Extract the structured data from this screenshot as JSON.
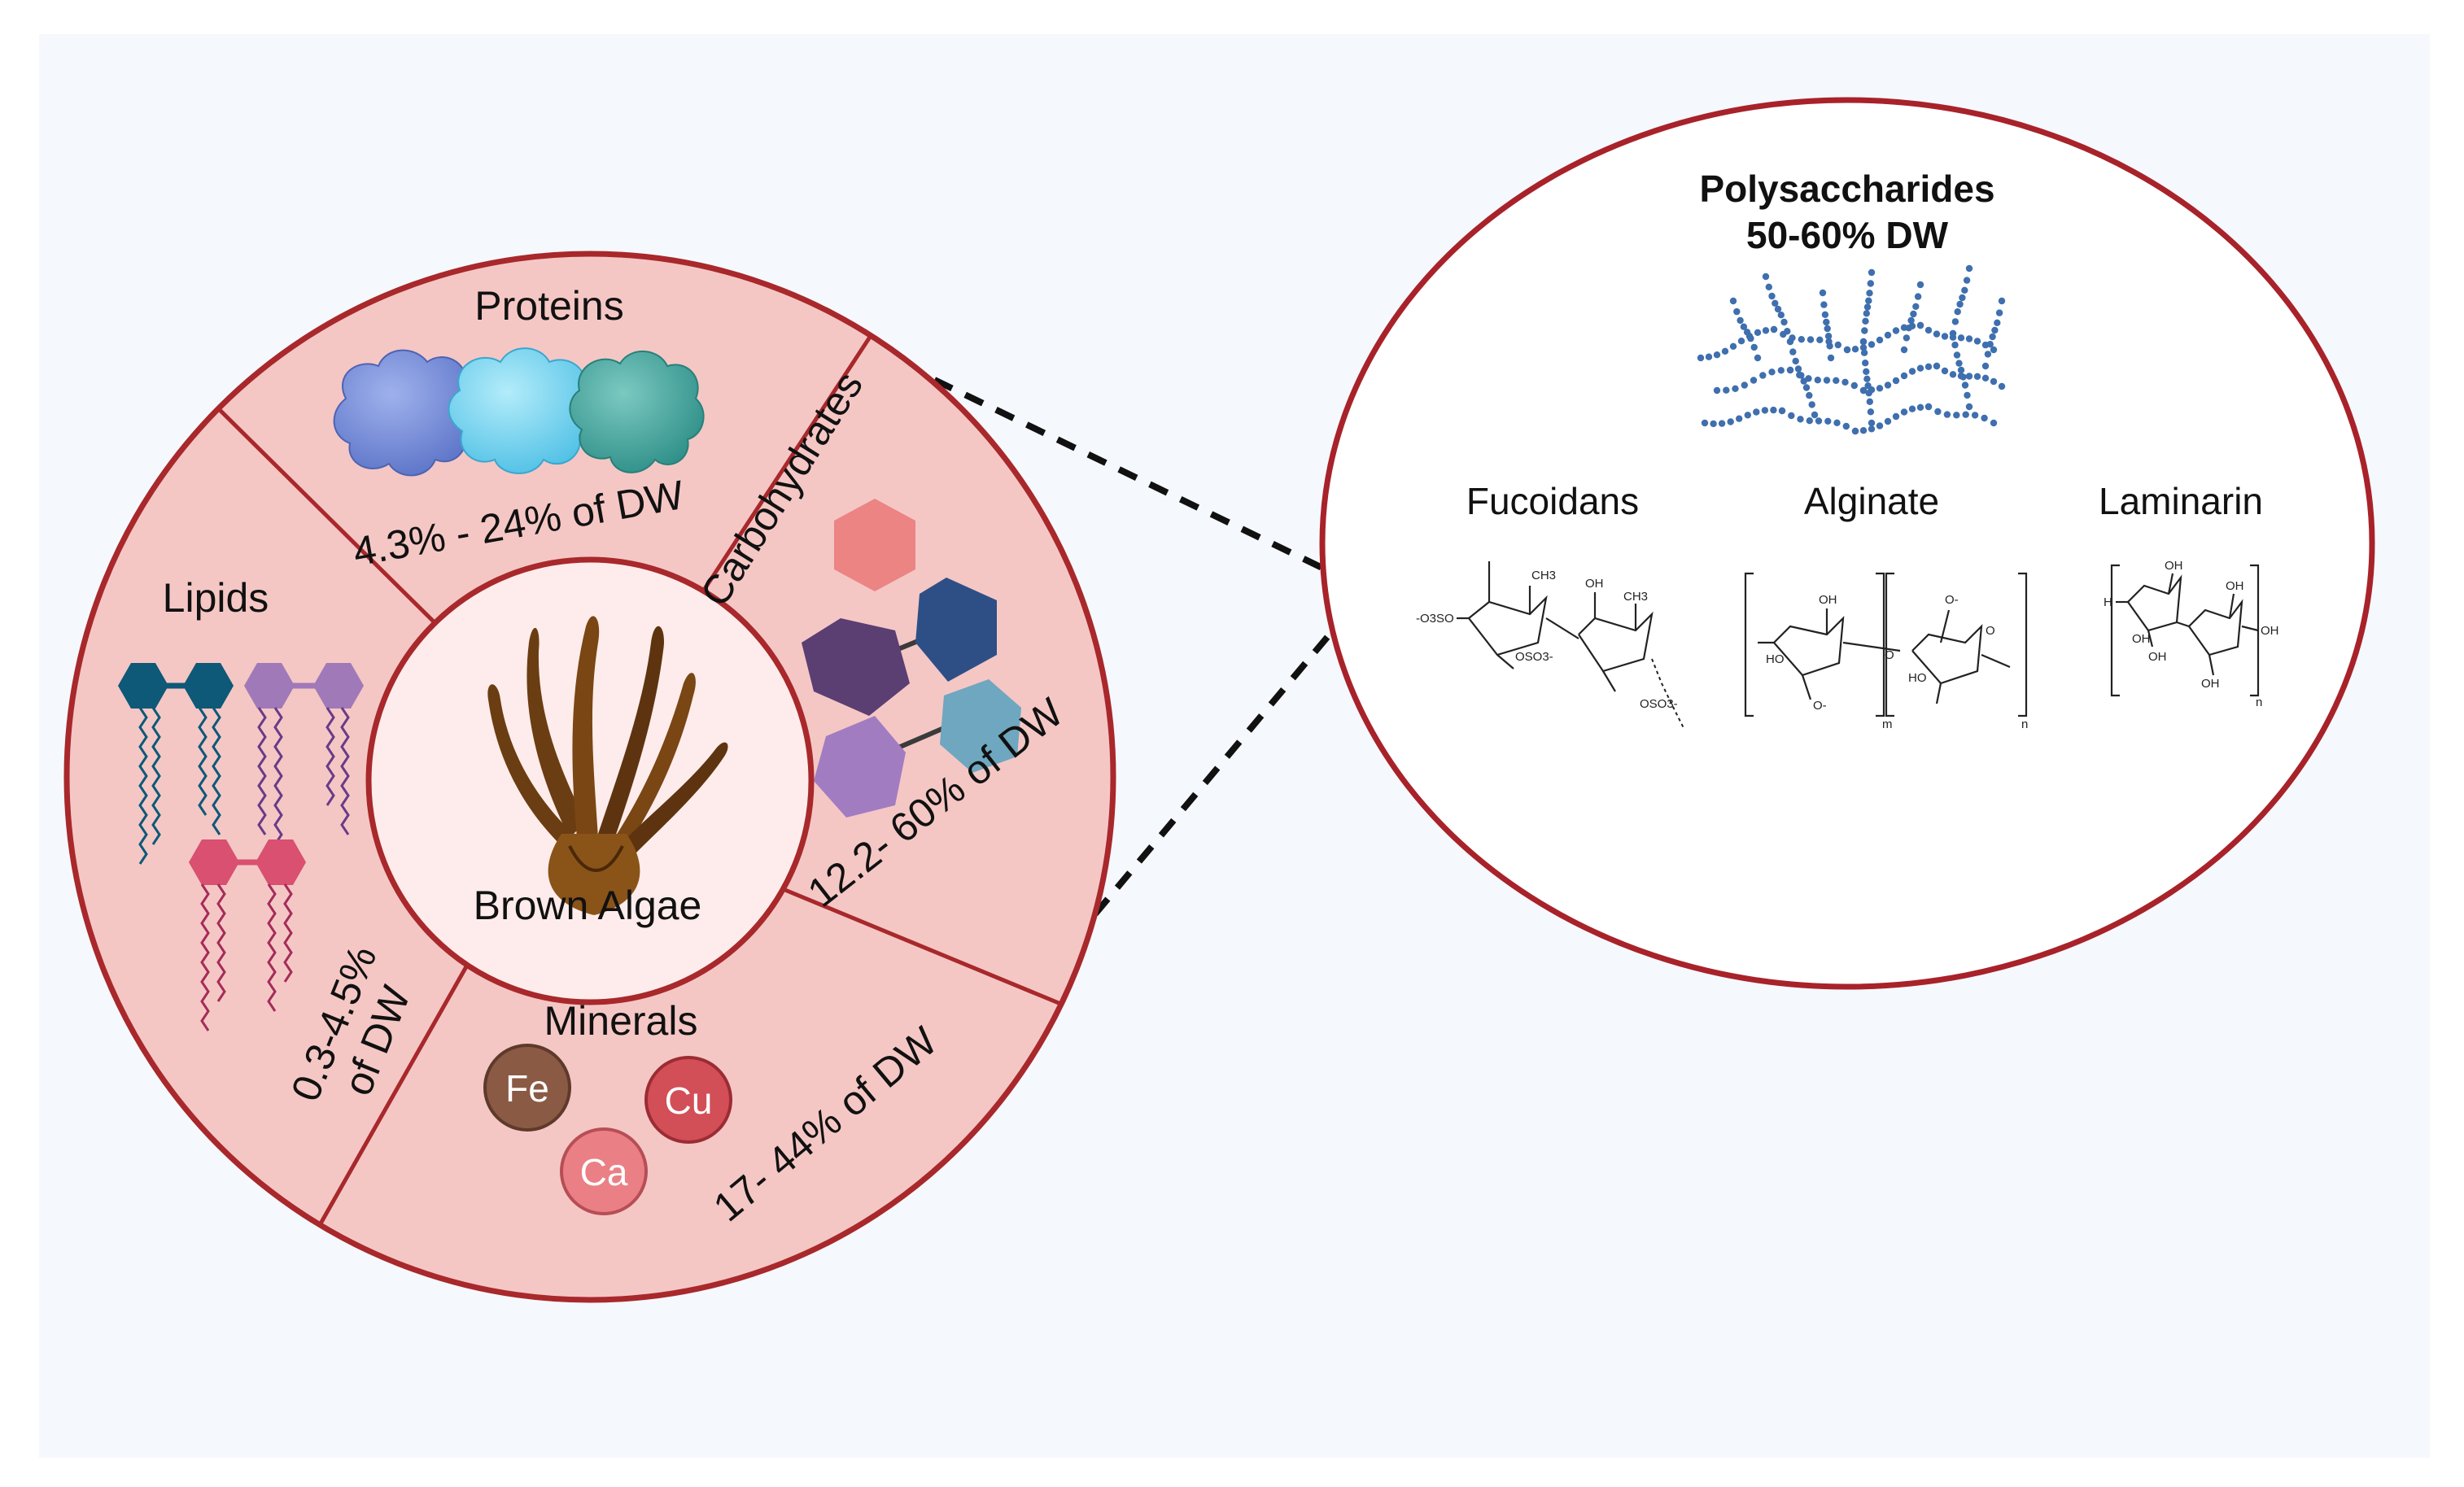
{
  "center": {
    "label": "Brown Algae"
  },
  "sectors": {
    "proteins": {
      "title": "Proteins",
      "value": "4.3% - 24% of DW"
    },
    "carbohydrates": {
      "title": "Carbohydrates",
      "value": "12.2- 60% of DW"
    },
    "minerals": {
      "title": "Minerals",
      "value": "17- 44% of DW",
      "items": [
        "Fe",
        "Cu",
        "Ca"
      ]
    },
    "lipids": {
      "title": "Lipids",
      "value_line1": "0.3-4.5%",
      "value_line2": "of DW"
    }
  },
  "detail": {
    "title_line1": "Polysaccharides",
    "title_line2": "50-60% DW",
    "compounds": [
      "Fucoidans",
      "Alginate",
      "Laminarin"
    ],
    "chem": {
      "fucoidans": [
        "CH3",
        "-O3SO",
        "OSO3-",
        "OH",
        "CH3",
        "OSO3-"
      ],
      "alginate": [
        "OH",
        "O-",
        "HO",
        "O",
        "O-",
        "HO",
        "O",
        "m",
        "n"
      ],
      "laminarin": [
        "OH",
        "H",
        "OH",
        "OH",
        "OH",
        "OH",
        "OH",
        "n"
      ]
    }
  },
  "colors": {
    "background": "#f5f8fc",
    "ring_fill": "#f4c7c5",
    "ring_stroke": "#a8282b",
    "center_fill": "#fdeceb",
    "detail_stroke": "#a8222a"
  }
}
